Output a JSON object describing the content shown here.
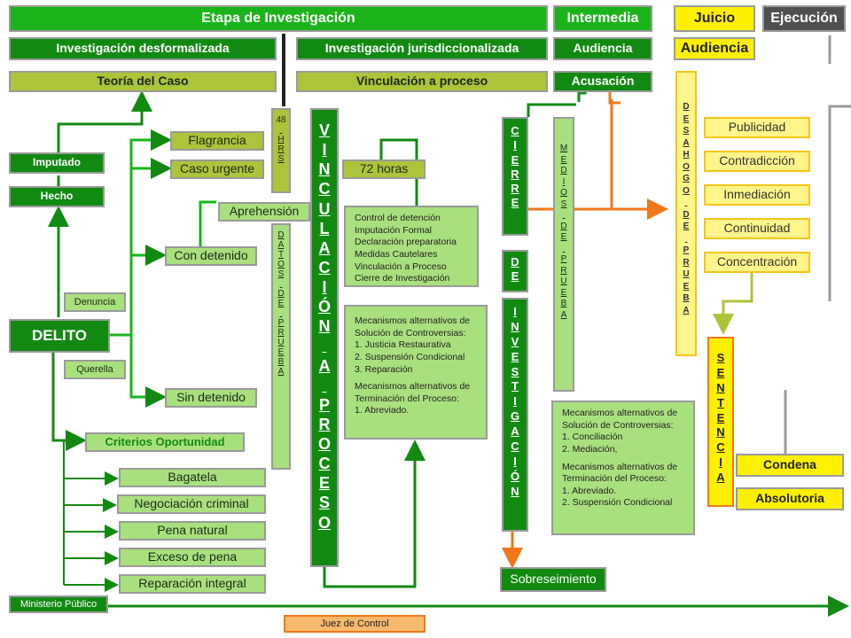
{
  "header": {
    "etapa_investigacion": "Etapa de Investigación",
    "intermedia": "Intermedia",
    "juicio": "Juicio",
    "ejecucion": "Ejecución"
  },
  "subheader": {
    "inv_desformalizada": "Investigación  desformalizada",
    "inv_jurisdiccionalizada": "Investigación  jurisdiccionalizada",
    "audiencia_intermedia": "Audiencia",
    "audiencia_juicio": "Audiencia"
  },
  "third_row": {
    "teoria_caso": "Teoría del Caso",
    "vinculacion_proceso": "Vinculación  a proceso",
    "acusacion": "Acusación"
  },
  "left": {
    "imputado": "Imputado",
    "hecho": "Hecho",
    "delito": "DELITO",
    "denuncia": "Denuncia",
    "querella": "Querella",
    "flagrancia": "Flagrancia",
    "caso_urgente": "Caso urgente",
    "aprehension": "Aprehensión",
    "con_detenido": "Con detenido",
    "sin_detenido": "Sin detenido",
    "criterios": "Criterios Oportunidad",
    "criterios_items": [
      "Bagatela",
      "Negociación criminal",
      "Pena natural",
      "Exceso de pena",
      "Reparación integral"
    ]
  },
  "vertical": {
    "hrs_48": [
      "48",
      "",
      "H",
      "R",
      "S"
    ],
    "datos_prueba": [
      "D",
      "A",
      "T",
      "O",
      "S",
      "",
      "D",
      "E",
      "",
      "P",
      "R",
      "U",
      "E",
      "B",
      "A"
    ],
    "vinculacion": [
      "V",
      "I",
      "N",
      "C",
      "U",
      "L",
      "A",
      "C",
      "I",
      "Ó",
      "N",
      "",
      "A",
      "",
      "P",
      "R",
      "O",
      "C",
      "E",
      "S",
      "O"
    ],
    "cierre": [
      "C",
      "I",
      "E",
      "R",
      "R",
      "E"
    ],
    "de": [
      "D",
      "E"
    ],
    "investigacion": [
      "I",
      "N",
      "V",
      "E",
      "S",
      "T",
      "I",
      "G",
      "A",
      "C",
      "I",
      "Ó",
      "N"
    ],
    "medios_prueba": [
      "M",
      "E",
      "D",
      "I",
      "O",
      "S",
      "",
      "D",
      "E",
      "",
      "P",
      "R",
      "U",
      "E",
      "B",
      "A"
    ],
    "desahogo_prueba": [
      "D",
      "E",
      "S",
      "A",
      "H",
      "O",
      "G",
      "O",
      "",
      "D",
      "E",
      "",
      "P",
      "R",
      "U",
      "E",
      "B",
      "A"
    ],
    "sentencia": [
      "S",
      "E",
      "N",
      "T",
      "E",
      "N",
      "C",
      "I",
      "A"
    ]
  },
  "middle": {
    "horas_72": "72 horas",
    "control_list": [
      "Control de detención",
      "Imputación Formal",
      "Declaración preparatoria",
      "Medidas Cautelares",
      "Vinculación a Proceso",
      "Cierre de Investigación"
    ],
    "mecanismos1": [
      "Mecanismos alternativos de",
      "Solución de Controversias:",
      "1. Justicia Restaurativa",
      "2. Suspensión Condicional",
      "3. Reparación",
      "",
      "Mecanismos alternativos de",
      "Terminación del Proceso:",
      "1. Abreviado."
    ],
    "mecanismos2": [
      "Mecanismos alternativos de",
      "Solución de Controversias:",
      "1. Conciliación",
      "2. Mediación,",
      "",
      "Mecanismos alternativos de",
      "Terminación del Proceso:",
      "1. Abreviado.",
      "2. Suspensión Condicional"
    ],
    "sobreseimiento": "Sobreseimiento"
  },
  "right": {
    "principios": [
      "Publicidad",
      "Contradicción",
      "Inmediación",
      "Continuidad",
      "Concentración"
    ],
    "condena": "Condena",
    "absolutoria": "Absolutoria"
  },
  "bottom": {
    "ministerio_publico": "Ministerio Público",
    "juez_control": "Juez de Control"
  },
  "colors": {
    "dark_green": "#128a12",
    "light_green": "#a9e07e",
    "olive": "#adc43a",
    "yellow": "#fff000",
    "light_yellow": "#fff58a",
    "orange": "#f07818",
    "gray": "#505050"
  }
}
